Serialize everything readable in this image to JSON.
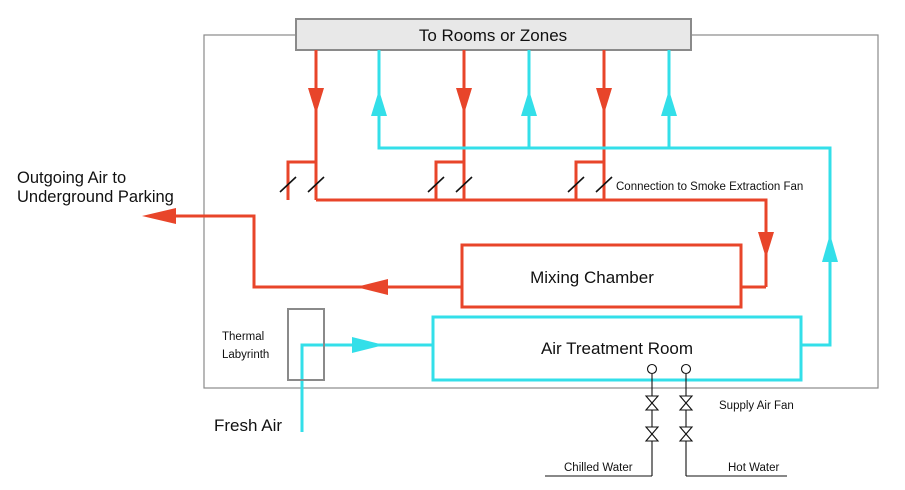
{
  "labels": {
    "rooms": "To Rooms or Zones",
    "outgoing_line1": "Outgoing Air to",
    "outgoing_line2": "Underground Parking",
    "smoke": "Connection to Smoke Extraction Fan",
    "mixing": "Mixing Chamber",
    "thermal_line1": "Thermal",
    "thermal_line2": "Labyrinth",
    "treatment": "Air Treatment Room",
    "fresh_air": "Fresh Air",
    "supply_fan": "Supply Air Fan",
    "chilled_water": "Chilled Water",
    "hot_water": "Hot Water"
  },
  "colors": {
    "exhaust": "#e8452a",
    "supply": "#33dfe9",
    "outline": "#8a8a8a",
    "box_fill": "#e8e8e8",
    "text": "#111111"
  }
}
